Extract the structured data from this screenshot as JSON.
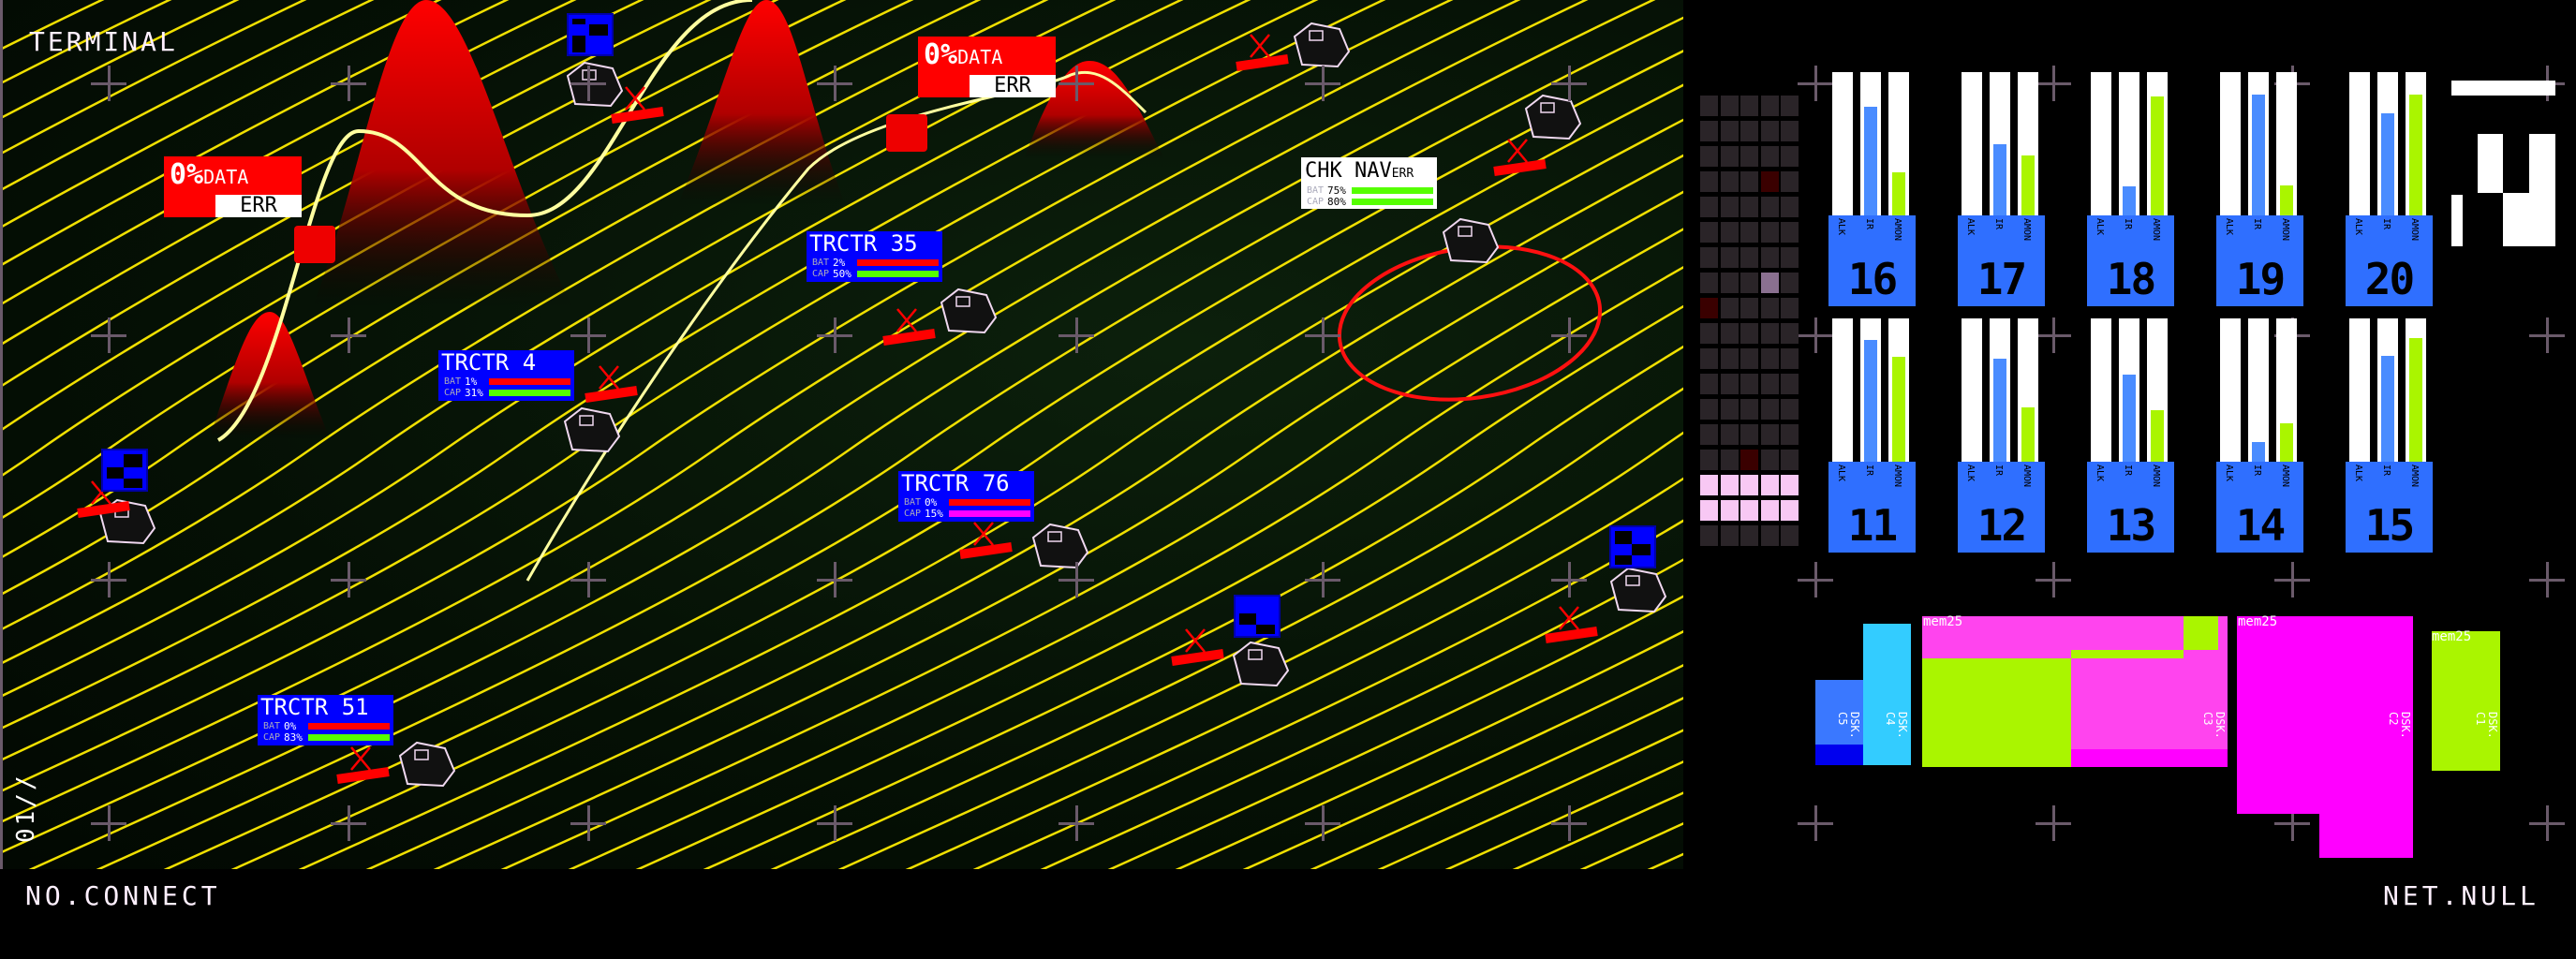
{
  "header": {
    "title": "TERMINAL"
  },
  "footer": {
    "left": "NO.CONNECT",
    "right": "NET.NULL"
  },
  "side_label": "01//",
  "errors": [
    {
      "value": "0%",
      "unit": "DATA",
      "status": "ERR"
    },
    {
      "value": "0%",
      "unit": "DATA",
      "status": "ERR"
    }
  ],
  "tractors": [
    {
      "name": "TRCTR 35",
      "bat_label": "BAT",
      "bat": "2%",
      "cap_label": "CAP",
      "cap": "50%",
      "cap_color": "#55ff00"
    },
    {
      "name": "TRCTR 4",
      "bat_label": "BAT",
      "bat": "1%",
      "cap_label": "CAP",
      "cap": "31%",
      "cap_color": "#55ff00"
    },
    {
      "name": "TRCTR 76",
      "bat_label": "BAT",
      "bat": "0%",
      "cap_label": "CAP",
      "cap": "15%",
      "cap_color": "#ff00ff"
    },
    {
      "name": "TRCTR 51",
      "bat_label": "BAT",
      "bat": "0%",
      "cap_label": "CAP",
      "cap": "83%",
      "cap_color": "#55ff00"
    }
  ],
  "nav": {
    "name": "CHK NAV",
    "status": "ERR",
    "bat_label": "BAT",
    "bat": "75%",
    "cap_label": "CAP",
    "cap": "80%"
  },
  "sensors": {
    "labels": [
      "ALK",
      "IR",
      "AMON"
    ],
    "colors": {
      "ir": "#4a8cff",
      "amon": "#aaf500"
    },
    "units": [
      {
        "id": "16",
        "ir": 0.76,
        "amon": 0.3
      },
      {
        "id": "17",
        "ir": 0.5,
        "amon": 0.42
      },
      {
        "id": "18",
        "ir": 0.2,
        "amon": 0.83
      },
      {
        "id": "19",
        "ir": 0.84,
        "amon": 0.21
      },
      {
        "id": "20",
        "ir": 0.71,
        "amon": 0.84
      },
      {
        "id": "11",
        "ir": 0.85,
        "amon": 0.73
      },
      {
        "id": "12",
        "ir": 0.72,
        "amon": 0.38
      },
      {
        "id": "13",
        "ir": 0.61,
        "amon": 0.36
      },
      {
        "id": "14",
        "ir": 0.14,
        "amon": 0.27
      },
      {
        "id": "15",
        "ir": 0.74,
        "amon": 0.86
      }
    ]
  },
  "disks": [
    {
      "dsk": "DSK.",
      "id": "C5"
    },
    {
      "dsk": "DSK.",
      "id": "C4"
    },
    {
      "dsk": "DSK.",
      "id": "C3",
      "mem": "mem25"
    },
    {
      "dsk": "DSK.",
      "id": "C2",
      "mem": "mem25"
    },
    {
      "dsk": "DSK.",
      "id": "C1",
      "mem": "mem25"
    }
  ]
}
